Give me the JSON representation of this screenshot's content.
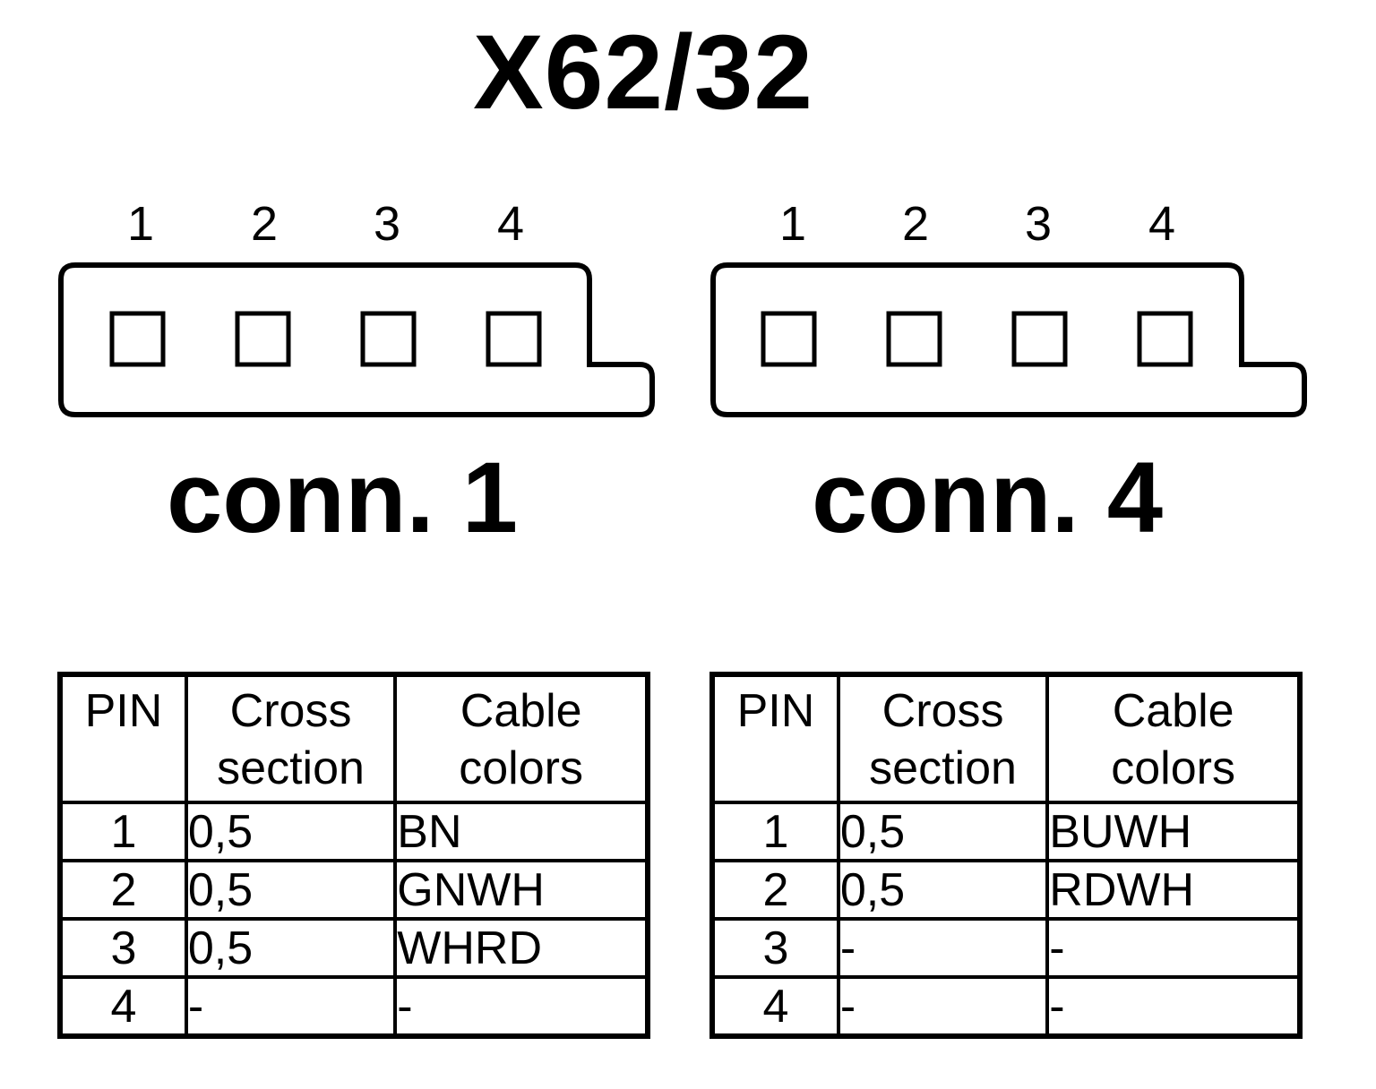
{
  "title": "X62/32",
  "connectors": [
    {
      "label": "conn. 1",
      "pins": [
        "1",
        "2",
        "3",
        "4"
      ],
      "table": {
        "headers": {
          "pin": "PIN",
          "cross_line1": "Cross",
          "cross_line2": "section",
          "cable_line1": "Cable",
          "cable_line2": "colors"
        },
        "rows": [
          {
            "pin": "1",
            "cross": "0,5",
            "color": "BN"
          },
          {
            "pin": "2",
            "cross": "0,5",
            "color": "GNWH"
          },
          {
            "pin": "3",
            "cross": "0,5",
            "color": "WHRD"
          },
          {
            "pin": "4",
            "cross": "-",
            "color": "-"
          }
        ]
      }
    },
    {
      "label": "conn. 4",
      "pins": [
        "1",
        "2",
        "3",
        "4"
      ],
      "table": {
        "headers": {
          "pin": "PIN",
          "cross_line1": "Cross",
          "cross_line2": "section",
          "cable_line1": "Cable",
          "cable_line2": "colors"
        },
        "rows": [
          {
            "pin": "1",
            "cross": "0,5",
            "color": "BUWH"
          },
          {
            "pin": "2",
            "cross": "0,5",
            "color": "RDWH"
          },
          {
            "pin": "3",
            "cross": "-",
            "color": "-"
          },
          {
            "pin": "4",
            "cross": "-",
            "color": "-"
          }
        ]
      }
    }
  ]
}
